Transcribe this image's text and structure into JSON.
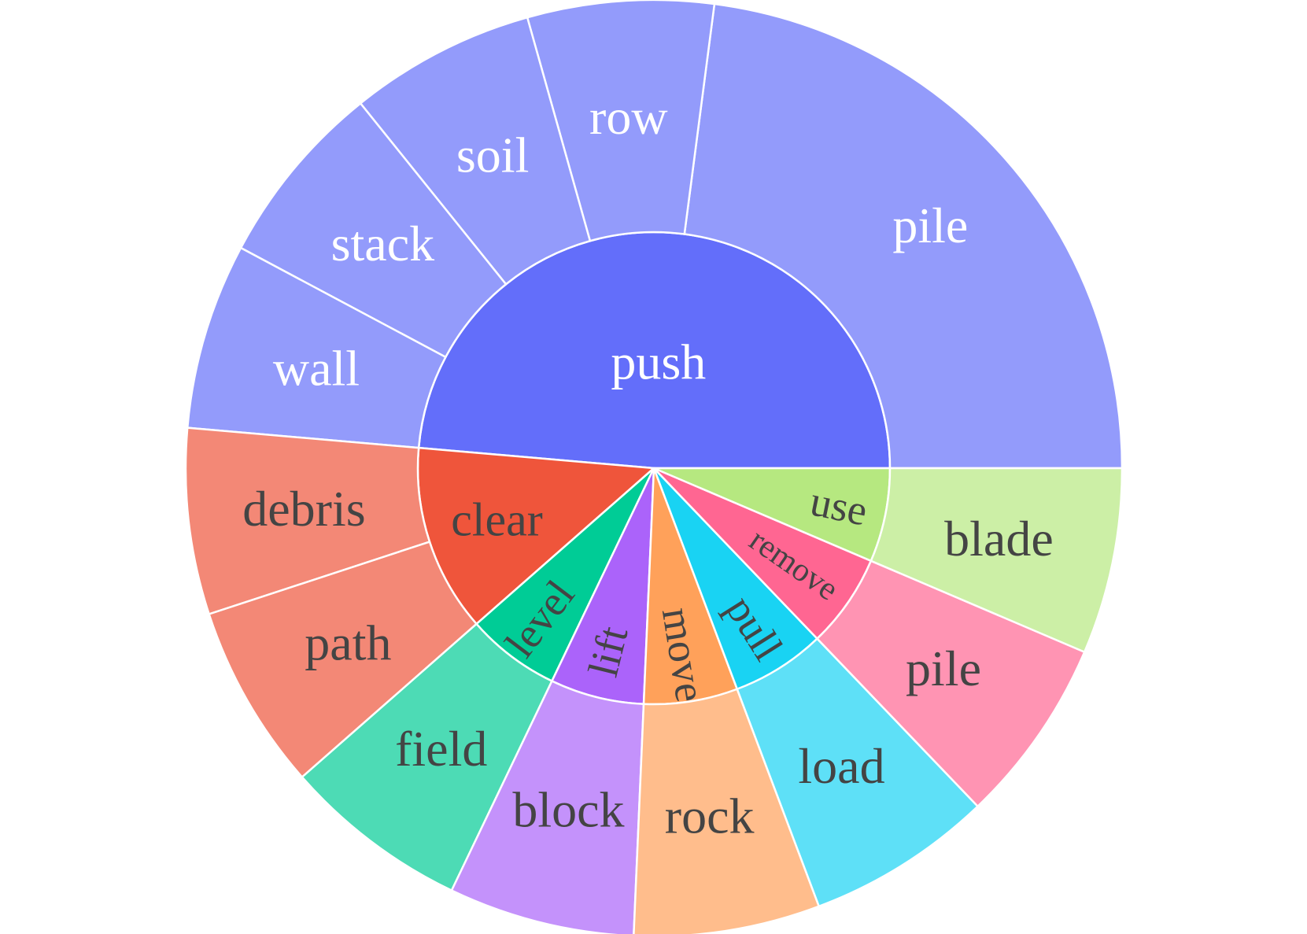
{
  "chart_data": {
    "type": "sunburst",
    "title": "",
    "center_value_note": "",
    "colors": {
      "push": {
        "inner": "#636efa",
        "outer": "#939bfb",
        "text": "#ffffff"
      },
      "clear": {
        "inner": "#ef553b",
        "outer": "#f38876",
        "text": "#444444"
      },
      "level": {
        "inner": "#00cc96",
        "outer": "#4ddbb5",
        "text": "#444444"
      },
      "lift": {
        "inner": "#ab63fa",
        "outer": "#c492fb",
        "text": "#444444"
      },
      "move": {
        "inner": "#ffa15a",
        "outer": "#ffbd8c",
        "text": "#444444"
      },
      "pull": {
        "inner": "#19d3f3",
        "outer": "#5ee0f7",
        "text": "#444444"
      },
      "remove": {
        "inner": "#ff6692",
        "outer": "#ff94b3",
        "text": "#444444"
      },
      "use": {
        "inner": "#b6e880",
        "outer": "#ccefa6",
        "text": "#444444"
      }
    },
    "nodes": [
      {
        "label": "push",
        "children": [
          {
            "label": "pile",
            "value": 25
          },
          {
            "label": "row",
            "value": 7
          },
          {
            "label": "soil",
            "value": 7
          },
          {
            "label": "stack",
            "value": 7
          },
          {
            "label": "wall",
            "value": 7
          }
        ]
      },
      {
        "label": "clear",
        "children": [
          {
            "label": "debris",
            "value": 7
          },
          {
            "label": "path",
            "value": 7
          }
        ]
      },
      {
        "label": "level",
        "children": [
          {
            "label": "field",
            "value": 7
          }
        ]
      },
      {
        "label": "lift",
        "children": [
          {
            "label": "block",
            "value": 7
          }
        ]
      },
      {
        "label": "move",
        "children": [
          {
            "label": "rock",
            "value": 7
          }
        ]
      },
      {
        "label": "pull",
        "children": [
          {
            "label": "load",
            "value": 7
          }
        ]
      },
      {
        "label": "remove",
        "children": [
          {
            "label": "pile",
            "value": 7
          }
        ]
      },
      {
        "label": "use",
        "children": [
          {
            "label": "blade",
            "value": 7
          }
        ]
      }
    ]
  }
}
